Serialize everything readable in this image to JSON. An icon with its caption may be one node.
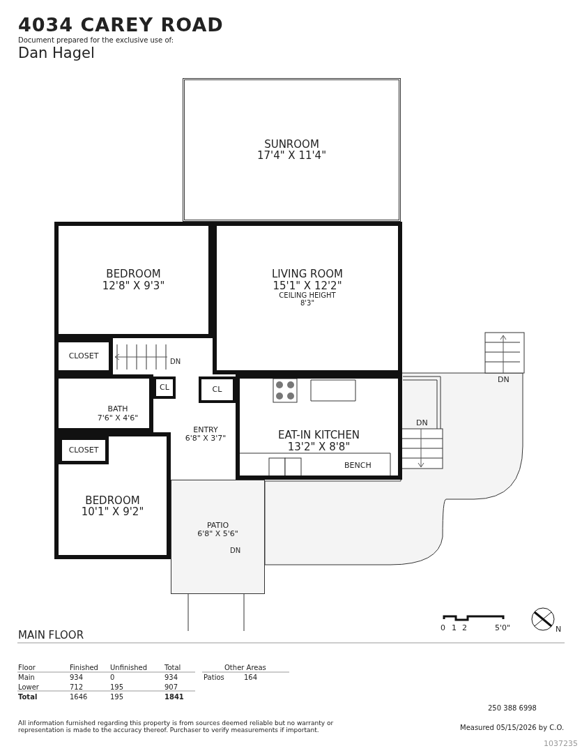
{
  "diagram": {
    "title": "4034 CAREY ROAD",
    "nodes": [
      {
        "text": [
          "SUNROOM",
          "17'4\" X 11'4\""
        ]
      },
      {
        "text": [
          "BEDROOM",
          "12'8\" X 9'3\""
        ]
      },
      {
        "text": [
          "LIVING ROOM",
          "15'1\" X 12'2\"",
          "CEILING HEIGHT",
          "8'3\""
        ]
      },
      {
        "text": [
          "CLOSET"
        ]
      },
      {
        "text": [
          "CL"
        ]
      },
      {
        "text": [
          "CL"
        ]
      },
      {
        "text": [
          "BATH",
          "7'6\" X 4'6\""
        ]
      },
      {
        "text": [
          "ENTRY",
          "6'8\" X 3'7\""
        ]
      },
      {
        "text": [
          "EAT-IN KITCHEN",
          "13'2\" X 8'8\""
        ]
      },
      {
        "text": [
          "CLOSET"
        ],
        "in": 10
      },
      {
        "text": [
          "BEDROOM",
          "10'1\" X 9'2\""
        ]
      },
      {
        "text": [
          "PATIO",
          "6'8\" X 5'6\""
        ]
      }
    ],
    "labels": [
      "Document prepared for the exclusive use of:",
      "Dan Hagel",
      "DN",
      "DN",
      "DN",
      "BENCH",
      "DN",
      "0",
      "1",
      "2",
      "5'0\"",
      "N",
      "MAIN FLOOR",
      "Floor",
      "Finished",
      "Unfinished",
      "Total",
      "Other Areas",
      "Main",
      "934",
      "0",
      "934",
      "Patios",
      "164",
      "Lower",
      "712",
      "195",
      "907",
      "Total",
      "1646",
      "195",
      "1841",
      "All information furnished regarding this property is from sources deemed reliable but no warranty or representation is made to the accuracy thereof. Purchaser to verify measurements if important.",
      "250 388 6998",
      "Measured 05/15/2026 by C.O.",
      "1037235"
    ]
  }
}
